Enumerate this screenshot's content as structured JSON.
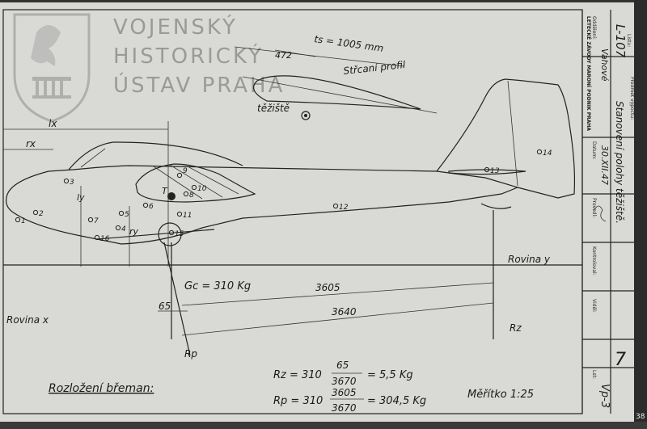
{
  "watermark": {
    "line1": "VOJENSKÝ",
    "line2": "HISTORICKÝ",
    "line3": "ÚSTAV PRAHA"
  },
  "labels": {
    "ts": "ts = 1005 mm",
    "d472": "472",
    "strcani_profil": "Střcaní profil",
    "tezeste": "těžiště",
    "lx": "lx",
    "rx": "rx",
    "ly": "ly",
    "ry": "ry",
    "T": "T",
    "gc": "Gc = 310 Kg",
    "d3605": "3605",
    "d3640": "3640",
    "d65": "65",
    "rovina_x": "Rovina x",
    "rovina_y": "Rovina y",
    "rz": "Rz",
    "rp": "Rp",
    "rozlozeni": "Rozložení břeman:",
    "formula_rz_lhs": "Rz = 310",
    "formula_rz_num": "65",
    "formula_rz_den": "3670",
    "formula_rz_res": "= 5,5 Kg",
    "formula_rp_lhs": "Rp = 310",
    "formula_rp_num": "3605",
    "formula_rp_den": "3670",
    "formula_rp_res": "= 304,5 Kg",
    "meritko": "Měřítko 1:25"
  },
  "points": [
    "1",
    "2",
    "3",
    "4",
    "5",
    "6",
    "7",
    "8",
    "9",
    "10",
    "11",
    "12",
    "13",
    "14",
    "15",
    "16"
  ],
  "title_block": {
    "cislo_label": "Listu:",
    "cislo": "L-107",
    "predmet_label": "Předmět výpočtu:",
    "predmet": "Stanovení polohy těžiště.",
    "firma": "LETECKÉ ZÁVODY MARONÍ PODNIK PRAHA",
    "oddeleni_label": "Oddělení:",
    "oddeleni": "Vahové",
    "datum_label": "Datum:",
    "datum": "30.XII.47",
    "provedl_label": "Provedl:",
    "kontroloval_label": "Kontroloval:",
    "videl_label": "Viděl:",
    "list_label": "Lst:",
    "list": "Vp-3",
    "sheet_no": "7",
    "edge_no": "38"
  }
}
